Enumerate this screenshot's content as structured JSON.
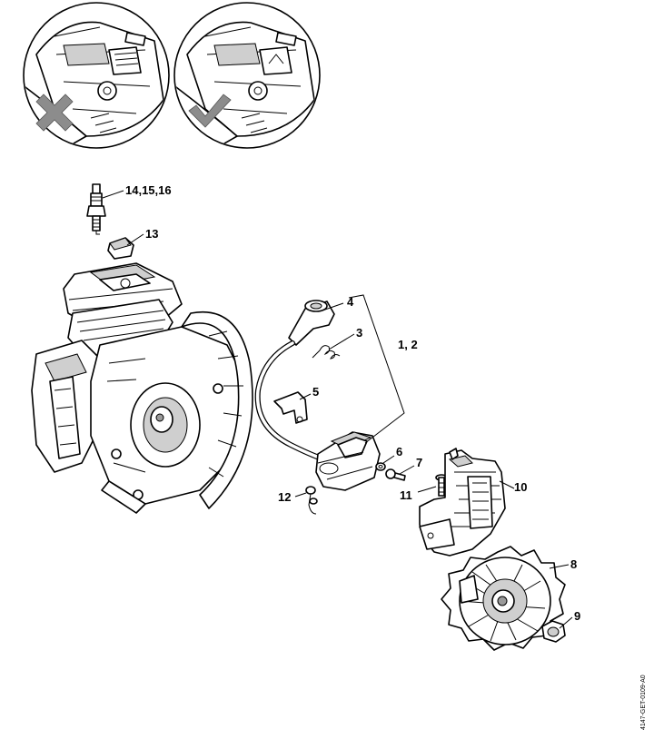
{
  "callouts": {
    "c1_2": "1, 2",
    "c3": "3",
    "c4": "4",
    "c5": "5",
    "c6": "6",
    "c7": "7",
    "c8": "8",
    "c9": "9",
    "c10": "10",
    "c11": "11",
    "c12": "12",
    "c13": "13",
    "c14_16": "14,15,16"
  },
  "drawing_id": "4147-GET-0109-A0",
  "colors": {
    "line": "#000000",
    "shade": "#cfcfcf",
    "mark_grey": "#8c8c8c"
  }
}
